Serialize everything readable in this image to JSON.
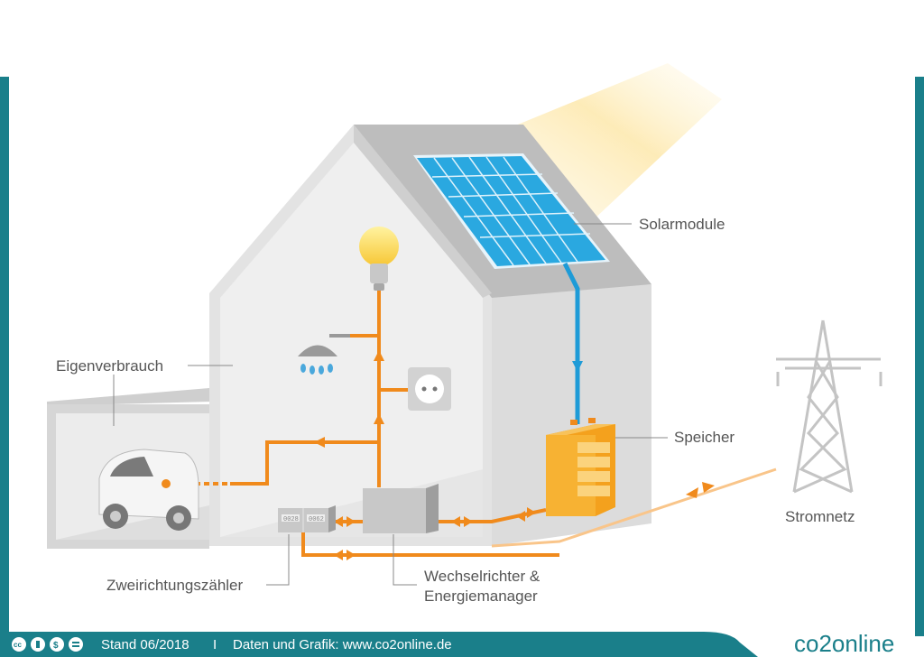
{
  "labels": {
    "solar": "Solarmodule",
    "consumption": "Eigenverbrauch",
    "storage": "Speicher",
    "grid": "Stromnetz",
    "meter": "Zweirichtungszähler",
    "inverter_line1": "Wechselrichter &",
    "inverter_line2": "Energiemanager"
  },
  "meter_readings": [
    "0028",
    "0062"
  ],
  "footer": {
    "license_icons": [
      "cc-icon",
      "by-icon",
      "nc-icon",
      "nd-icon"
    ],
    "date": "Stand 06/2018",
    "separator": "I",
    "credit": "Daten und Grafik: www.co2online.de",
    "logo": "co2online"
  },
  "colors": {
    "teal": "#1a7f8a",
    "orange": "#f08a1c",
    "blue": "#1e9bd7",
    "wall": "#eeeeee"
  }
}
